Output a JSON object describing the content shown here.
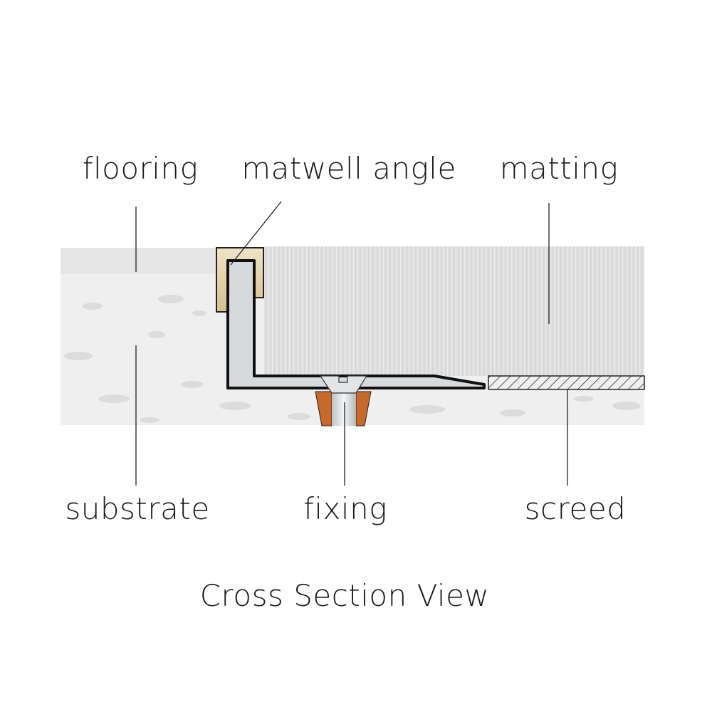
{
  "labels": {
    "flooring": "flooring",
    "matwell_angle": "matwell angle",
    "matting": "matting",
    "substrate": "substrate",
    "fixing": "fixing",
    "screed": "screed"
  },
  "caption": "Cross Section View",
  "colors": {
    "substrate": "#eeeeee",
    "flooring": "#e4e4e4",
    "matting": "#dcdcdc",
    "cap": "#e3d2ae",
    "angle": "#d6d9dc",
    "plug": "#c8692c",
    "line": "#111111"
  }
}
